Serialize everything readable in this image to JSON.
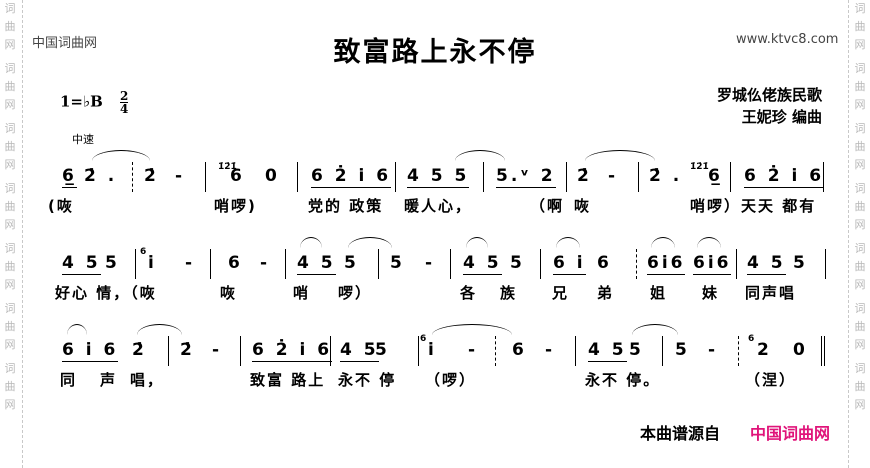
{
  "watermark": [
    "词",
    "曲",
    "网"
  ],
  "header": {
    "site_left": "中国词曲网",
    "site_right": "www.ktvc8.com",
    "title": "致富路上永不停",
    "key": "1=♭B",
    "time_sig": {
      "num": "2",
      "den": "4"
    },
    "source": "罗城仫佬族民歌",
    "arranger": "王妮珍  编曲",
    "tempo": "中速"
  },
  "rows": [
    {
      "notes": [
        "6̲",
        "2̇ .",
        "2̇",
        "-",
        "6",
        "0",
        "6 2̇ i̇ 6",
        "4 5 5",
        "5.ᵛ 2",
        "2̇",
        "-",
        "2̇ .",
        "6̲",
        "6 2̇ i̇ 6"
      ],
      "graces": [
        "1̇2̇1̇",
        "1̇2̇1̇"
      ],
      "lyrics": [
        "(咴",
        "哨啰)",
        "党的 政策",
        "暖人心，",
        "（啊",
        "咴",
        "哨啰）天天 都有"
      ]
    },
    {
      "notes": [
        "4 5",
        "5",
        "i̇",
        "-",
        "6",
        "-",
        "4 5",
        "5",
        "5",
        "-",
        "4 5",
        "5",
        "6 i̇",
        "6",
        "6i̇6",
        "6i̇6",
        "4 5",
        "5"
      ],
      "graces": [
        "6",
        "6"
      ],
      "lyrics": [
        "好心 情，（咴",
        "咴",
        "哨",
        "啰）",
        "各",
        "族",
        "兄",
        "弟",
        "姐",
        "妹",
        "同声唱"
      ]
    },
    {
      "notes": [
        "6 i̇ 6",
        "2̇",
        "2̇",
        "-",
        "6 2̇ i̇ 6",
        "4 5",
        "5",
        "i̇",
        "-",
        "6",
        "-",
        "4 5",
        "5",
        "5",
        "-",
        "2",
        "0"
      ],
      "graces": [
        "6",
        "6",
        "5"
      ],
      "lyrics": [
        "同",
        "声",
        "唱，",
        "致富 路上",
        "永不 停",
        "（啰）",
        "永不 停。",
        "（涅）"
      ]
    }
  ],
  "footer": {
    "label": "本曲谱源自",
    "brand": "中国词曲网",
    "brand_color": "#e0147a"
  }
}
